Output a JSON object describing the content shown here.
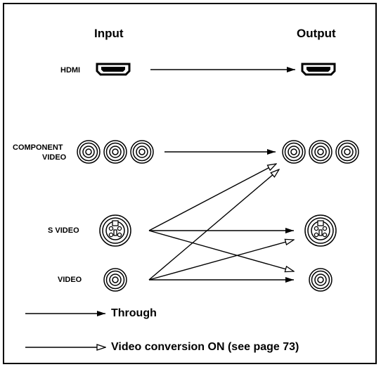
{
  "headers": {
    "input": "Input",
    "output": "Output"
  },
  "rows": {
    "hdmi": "HDMI",
    "component_line1": "COMPONENT",
    "component_line2": "VIDEO",
    "svideo": "S VIDEO",
    "video": "VIDEO"
  },
  "legend": {
    "through": "Through",
    "conversion": "Video conversion ON (see page 73)"
  },
  "colors": {
    "line": "#000000",
    "background": "#ffffff"
  }
}
